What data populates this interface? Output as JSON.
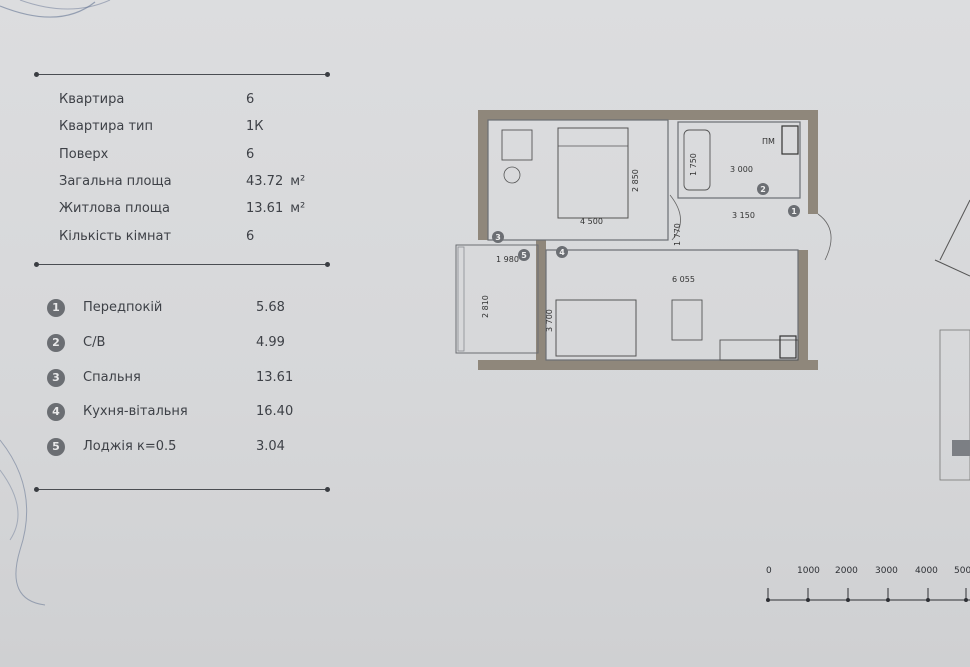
{
  "info": [
    {
      "label": "Квартира",
      "value": "6"
    },
    {
      "label": "Квартира тип",
      "value": "1К"
    },
    {
      "label": "Поверх",
      "value": "6"
    },
    {
      "label": "Загальна площа",
      "value": "43.72",
      "unit": "м²"
    },
    {
      "label": "Житлова площа",
      "value": "13.61",
      "unit": "м²"
    },
    {
      "label": "Кількість кімнат",
      "value": "6"
    }
  ],
  "rooms": [
    {
      "num": "1",
      "label": "Передпокій",
      "value": "5.68"
    },
    {
      "num": "2",
      "label": "С/В",
      "value": "4.99"
    },
    {
      "num": "3",
      "label": "Спальня",
      "value": "13.61"
    },
    {
      "num": "4",
      "label": "Кухня-вітальня",
      "value": "16.40"
    },
    {
      "num": "5",
      "label": "Лоджія к=0.5",
      "value": "3.04"
    }
  ],
  "plan": {
    "dims": {
      "bed_w": "4 500",
      "bed_h": "2 850",
      "bath_w": "3 000",
      "bath_h": "1 750",
      "hall_w": "3 150",
      "hall_h": "1 770",
      "log_w": "1 980",
      "log_h": "2 810",
      "kit_w": "6 055",
      "kit_h": "3 700"
    },
    "markers": [
      "1",
      "2",
      "3",
      "4",
      "5"
    ],
    "wm_label": "ПМ"
  },
  "scale": {
    "ticks": [
      "0",
      "1000",
      "2000",
      "3000",
      "4000",
      "500"
    ]
  }
}
